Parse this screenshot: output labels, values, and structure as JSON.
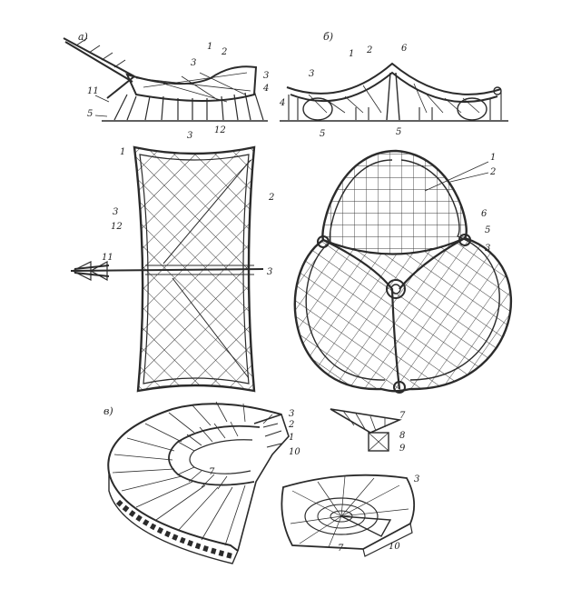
{
  "figures": {
    "a": {
      "letter": "a)",
      "elevation_labels": [
        "1",
        "2",
        "3",
        "3",
        "4",
        "11",
        "5",
        "12"
      ],
      "plan_labels": [
        "1",
        "3",
        "2",
        "3",
        "12",
        "11",
        "3"
      ]
    },
    "b": {
      "letter": "б)",
      "elevation_labels": [
        "1",
        "2",
        "6",
        "3",
        "4",
        "5",
        "5"
      ],
      "plan_labels": [
        "1",
        "2",
        "6",
        "5",
        "3"
      ]
    },
    "c": {
      "letter": "в)",
      "ring_labels": [
        "3",
        "2",
        "1",
        "10",
        "7"
      ],
      "detail_labels": [
        "7",
        "8",
        "9"
      ],
      "small_ring_labels": [
        "3",
        "7",
        "10"
      ]
    }
  },
  "colors": {
    "ink": "#2b2b2b",
    "paper": "#ffffff"
  }
}
